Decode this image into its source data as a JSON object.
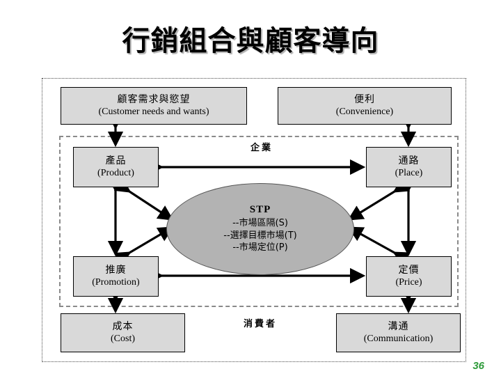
{
  "slide": {
    "title": "行銷組合與顧客導向",
    "page_number": "36",
    "page_number_color": "#2e9b3a"
  },
  "diagram": {
    "type": "marketing-4p-4c-stp",
    "box_fill": "#d9d9d9",
    "ellipse_fill": "#b3b3b3",
    "outer_border_style": "dotted",
    "inner_border_style": "dashed",
    "labels": {
      "enterprise": "企業",
      "consumer": "消費者"
    },
    "center": {
      "title": "STP",
      "lines": [
        "--市場區隔(S)",
        "--選擇目標市場(T)",
        "--市場定位(P)"
      ]
    },
    "nodes": [
      {
        "id": "customer-needs",
        "cjk": "顧客需求與慾望",
        "en": "(Customer needs and wants)",
        "zone": "consumer"
      },
      {
        "id": "convenience",
        "cjk": "便利",
        "en": "(Convenience)",
        "zone": "consumer"
      },
      {
        "id": "product",
        "cjk": "產品",
        "en": "(Product)",
        "zone": "enterprise"
      },
      {
        "id": "place",
        "cjk": "通路",
        "en": "(Place)",
        "zone": "enterprise"
      },
      {
        "id": "promotion",
        "cjk": "推廣",
        "en": "(Promotion)",
        "zone": "enterprise"
      },
      {
        "id": "price",
        "cjk": "定價",
        "en": "(Price)",
        "zone": "enterprise"
      },
      {
        "id": "cost",
        "cjk": "成本",
        "en": "(Cost)",
        "zone": "consumer"
      },
      {
        "id": "communication",
        "cjk": "溝通",
        "en": "(Communication)",
        "zone": "consumer"
      }
    ],
    "connections": [
      {
        "from": "customer-needs",
        "to": "product",
        "style": "double-arrow",
        "orientation": "vertical"
      },
      {
        "from": "convenience",
        "to": "place",
        "style": "double-arrow",
        "orientation": "vertical"
      },
      {
        "from": "product",
        "to": "place",
        "style": "double-arrow",
        "orientation": "horizontal"
      },
      {
        "from": "product",
        "to": "promotion",
        "style": "double-arrow",
        "orientation": "vertical"
      },
      {
        "from": "place",
        "to": "price",
        "style": "double-arrow",
        "orientation": "vertical"
      },
      {
        "from": "promotion",
        "to": "price",
        "style": "double-arrow",
        "orientation": "horizontal"
      },
      {
        "from": "product",
        "to": "stp",
        "style": "double-arrow",
        "orientation": "diagonal"
      },
      {
        "from": "promotion",
        "to": "stp",
        "style": "double-arrow",
        "orientation": "diagonal"
      },
      {
        "from": "place",
        "to": "stp",
        "style": "double-arrow",
        "orientation": "diagonal"
      },
      {
        "from": "price",
        "to": "stp",
        "style": "double-arrow",
        "orientation": "diagonal"
      },
      {
        "from": "promotion",
        "to": "cost",
        "style": "double-arrow",
        "orientation": "vertical"
      },
      {
        "from": "price",
        "to": "communication",
        "style": "double-arrow",
        "orientation": "vertical"
      }
    ]
  }
}
